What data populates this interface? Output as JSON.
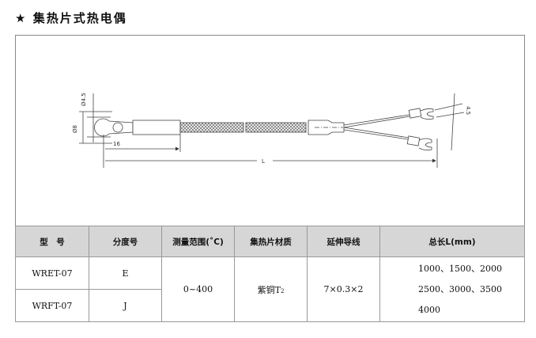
{
  "title": {
    "star": "★",
    "text": "集热片式热电偶"
  },
  "drawing": {
    "dim_hole": "Ø4.5",
    "dim_eye": "Ø8",
    "dim_16": "16",
    "dim_L": "L",
    "dim_fork": "4.5"
  },
  "table": {
    "headers": [
      "型　号",
      "分度号",
      "测量范围(˚C)",
      "集热片材质",
      "延伸导线",
      "总长L(mm)"
    ],
    "rows": [
      {
        "model": "WRET-07",
        "graduation": "E"
      },
      {
        "model": "WRFT-07",
        "graduation": "J"
      }
    ],
    "range": "0~400",
    "material": "紫铜T",
    "material_sub": "2",
    "wire": "7×0.3×2",
    "lengths": [
      "1000、1500、2000",
      "2500、3000、3500",
      "4000"
    ]
  }
}
